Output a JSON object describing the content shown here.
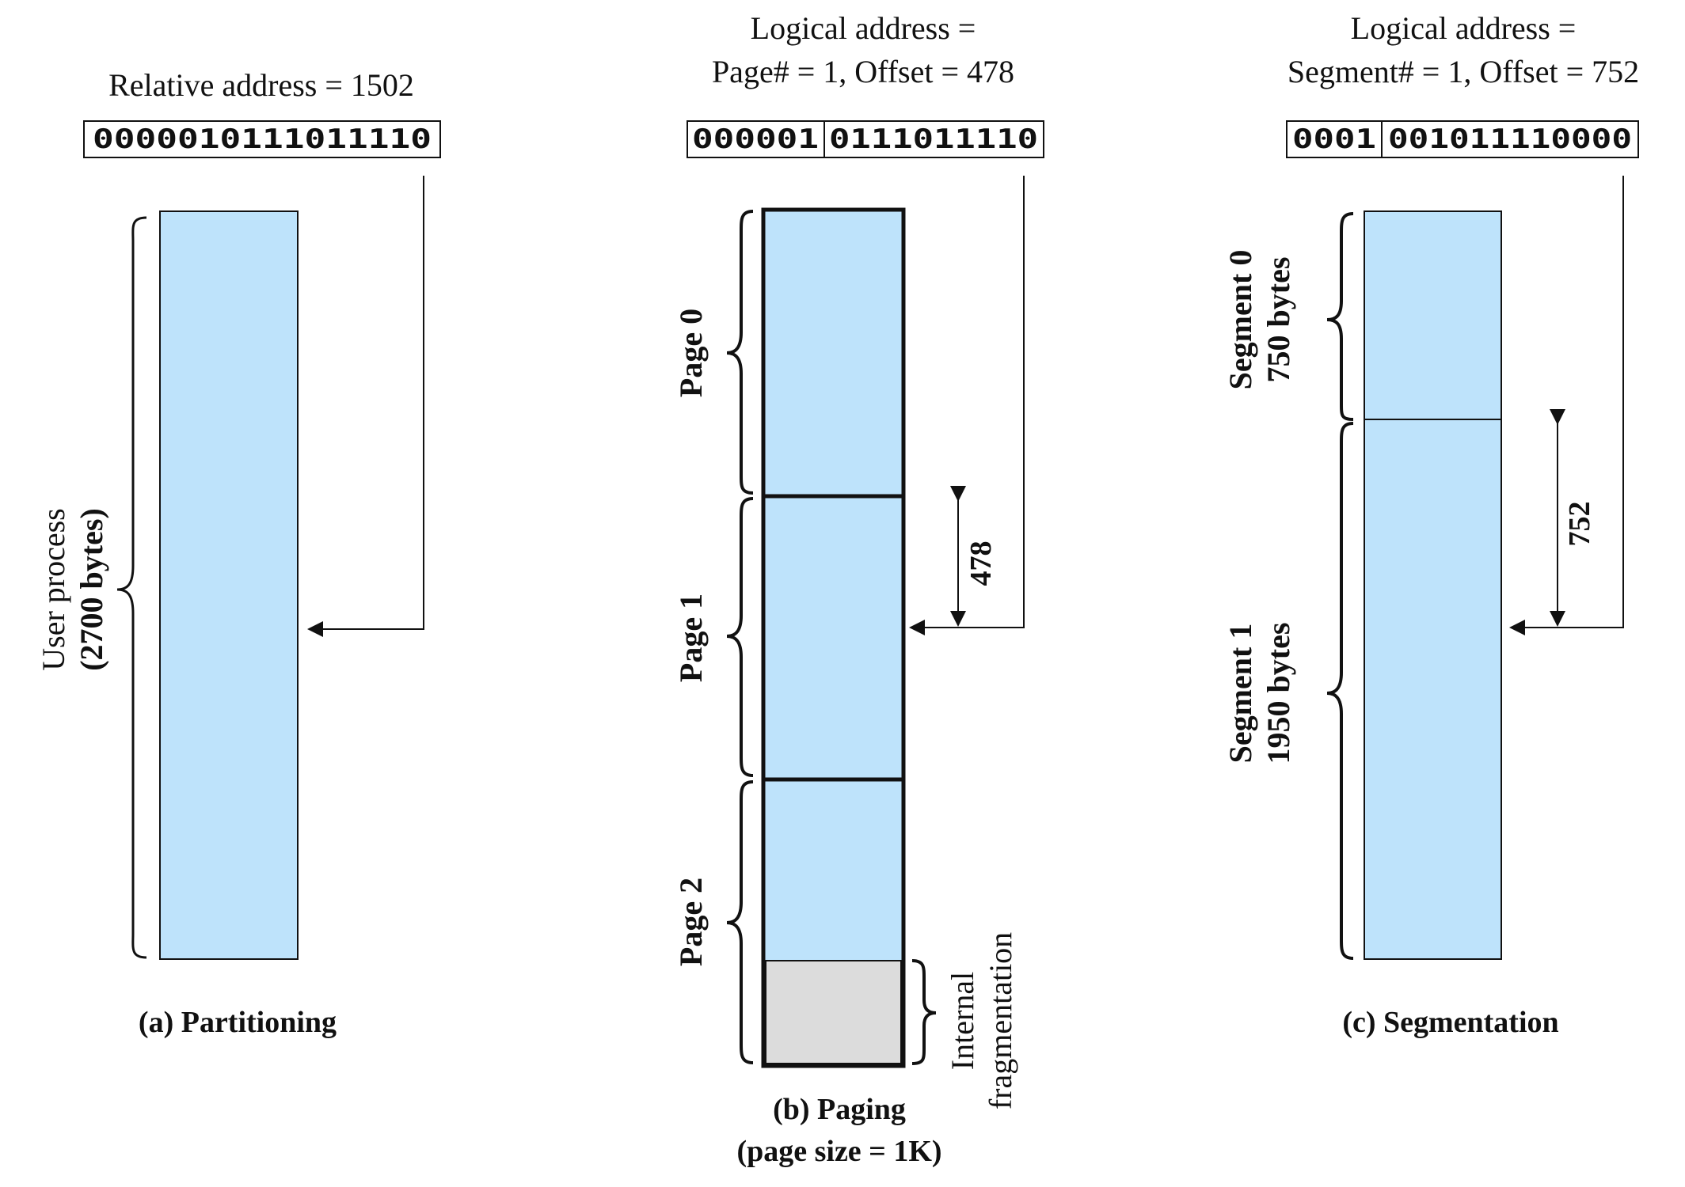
{
  "colors": {
    "block_fill": "#bee3fb",
    "fragment_fill": "#dcdcdc",
    "stroke": "#111111"
  },
  "partitioning": {
    "header": "Relative address = 1502",
    "bits": "0000010111011110",
    "brace_label_line1": "User process",
    "brace_label_line2": "(2700 bytes)",
    "caption": "(a) Partitioning"
  },
  "paging": {
    "header_line1": "Logical address =",
    "header_line2": "Page# = 1, Offset = 478",
    "bits_page": "000001",
    "bits_offset": "0111011110",
    "pages": [
      "Page 0",
      "Page 1",
      "Page 2"
    ],
    "offset_label": "478",
    "fragment_label_line1": "Internal",
    "fragment_label_line2": "fragmentation",
    "caption_line1": "(b) Paging",
    "caption_line2": "(page size = 1K)"
  },
  "segmentation": {
    "header_line1": "Logical address =",
    "header_line2": "Segment# = 1, Offset = 752",
    "bits_segment": "0001",
    "bits_offset": "001011110000",
    "segment0_line1": "Segment 0",
    "segment0_line2": "750 bytes",
    "segment1_line1": "Segment 1",
    "segment1_line2": "1950 bytes",
    "offset_label": "752",
    "caption": "(c) Segmentation"
  }
}
